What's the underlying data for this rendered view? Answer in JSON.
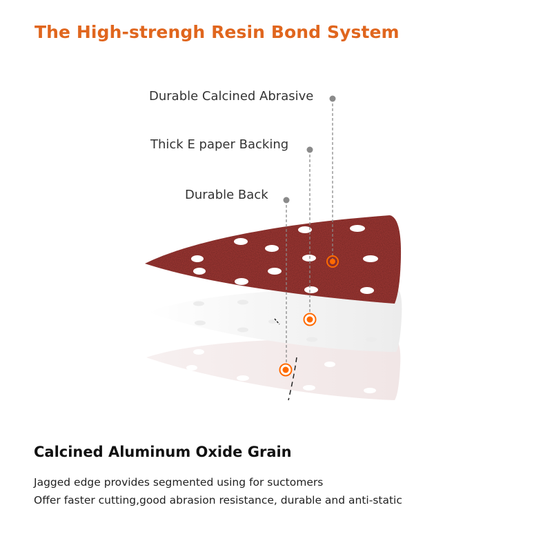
{
  "title": "The High-strengh Resin Bond System",
  "callouts": {
    "abrasive": "Durable Calcined Abrasive",
    "backing": "Thick E paper Backing",
    "back": "Durable Back"
  },
  "section": {
    "heading": "Calcined Aluminum Oxide Grain",
    "lines": [
      "Jagged edge provides segmented using for suctomers",
      "Offer faster cutting,good abrasion resistance, durable and anti-static"
    ]
  },
  "colors": {
    "accent": "#e0661e",
    "abrasive": "#a83a36",
    "marker": "#ff6a00"
  }
}
